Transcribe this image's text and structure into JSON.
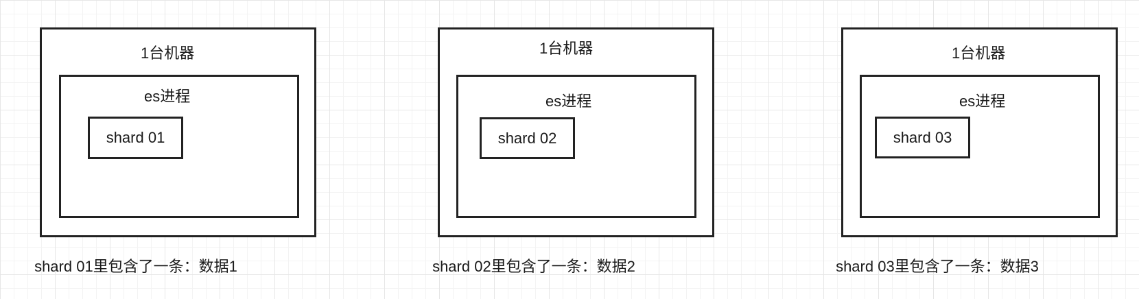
{
  "machines": [
    {
      "machine_label": "1台机器",
      "process_label": "es进程",
      "shard_label": "shard 01",
      "caption": "shard 01里包含了一条：数据1"
    },
    {
      "machine_label": "1台机器",
      "process_label": "es进程",
      "shard_label": "shard 02",
      "caption": "shard 02里包含了一条：数据2"
    },
    {
      "machine_label": "1台机器",
      "process_label": "es进程",
      "shard_label": "shard 03",
      "caption": "shard 03里包含了一条：数据3"
    }
  ]
}
